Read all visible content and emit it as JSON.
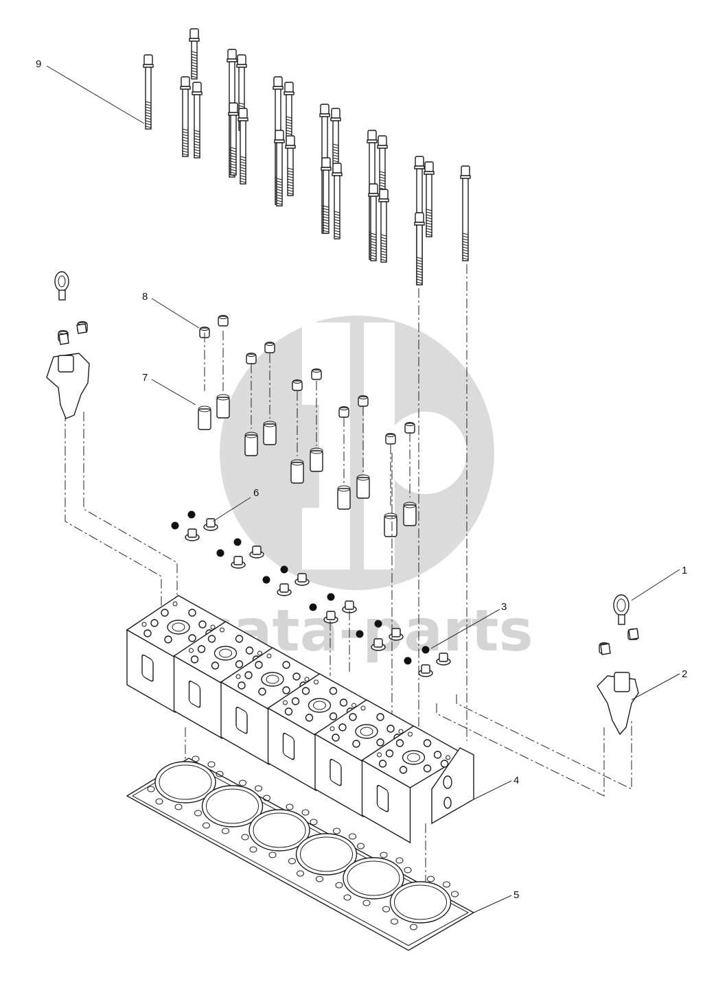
{
  "watermark": {
    "text": "cata-parts",
    "color": "#d4d4d4"
  },
  "callouts": [
    {
      "id": "1",
      "part": "eye-bolt"
    },
    {
      "id": "2",
      "part": "lifting-bracket"
    },
    {
      "id": "3",
      "part": "valve-seal"
    },
    {
      "id": "4",
      "part": "cylinder-head"
    },
    {
      "id": "5",
      "part": "head-gasket"
    },
    {
      "id": "6",
      "part": "valve-seal"
    },
    {
      "id": "7",
      "part": "sleeve"
    },
    {
      "id": "8",
      "part": "nut"
    },
    {
      "id": "9",
      "part": "cylinder-head-bolt"
    }
  ],
  "colors": {
    "ink": "#1a1a1a",
    "paper": "#ffffff"
  }
}
